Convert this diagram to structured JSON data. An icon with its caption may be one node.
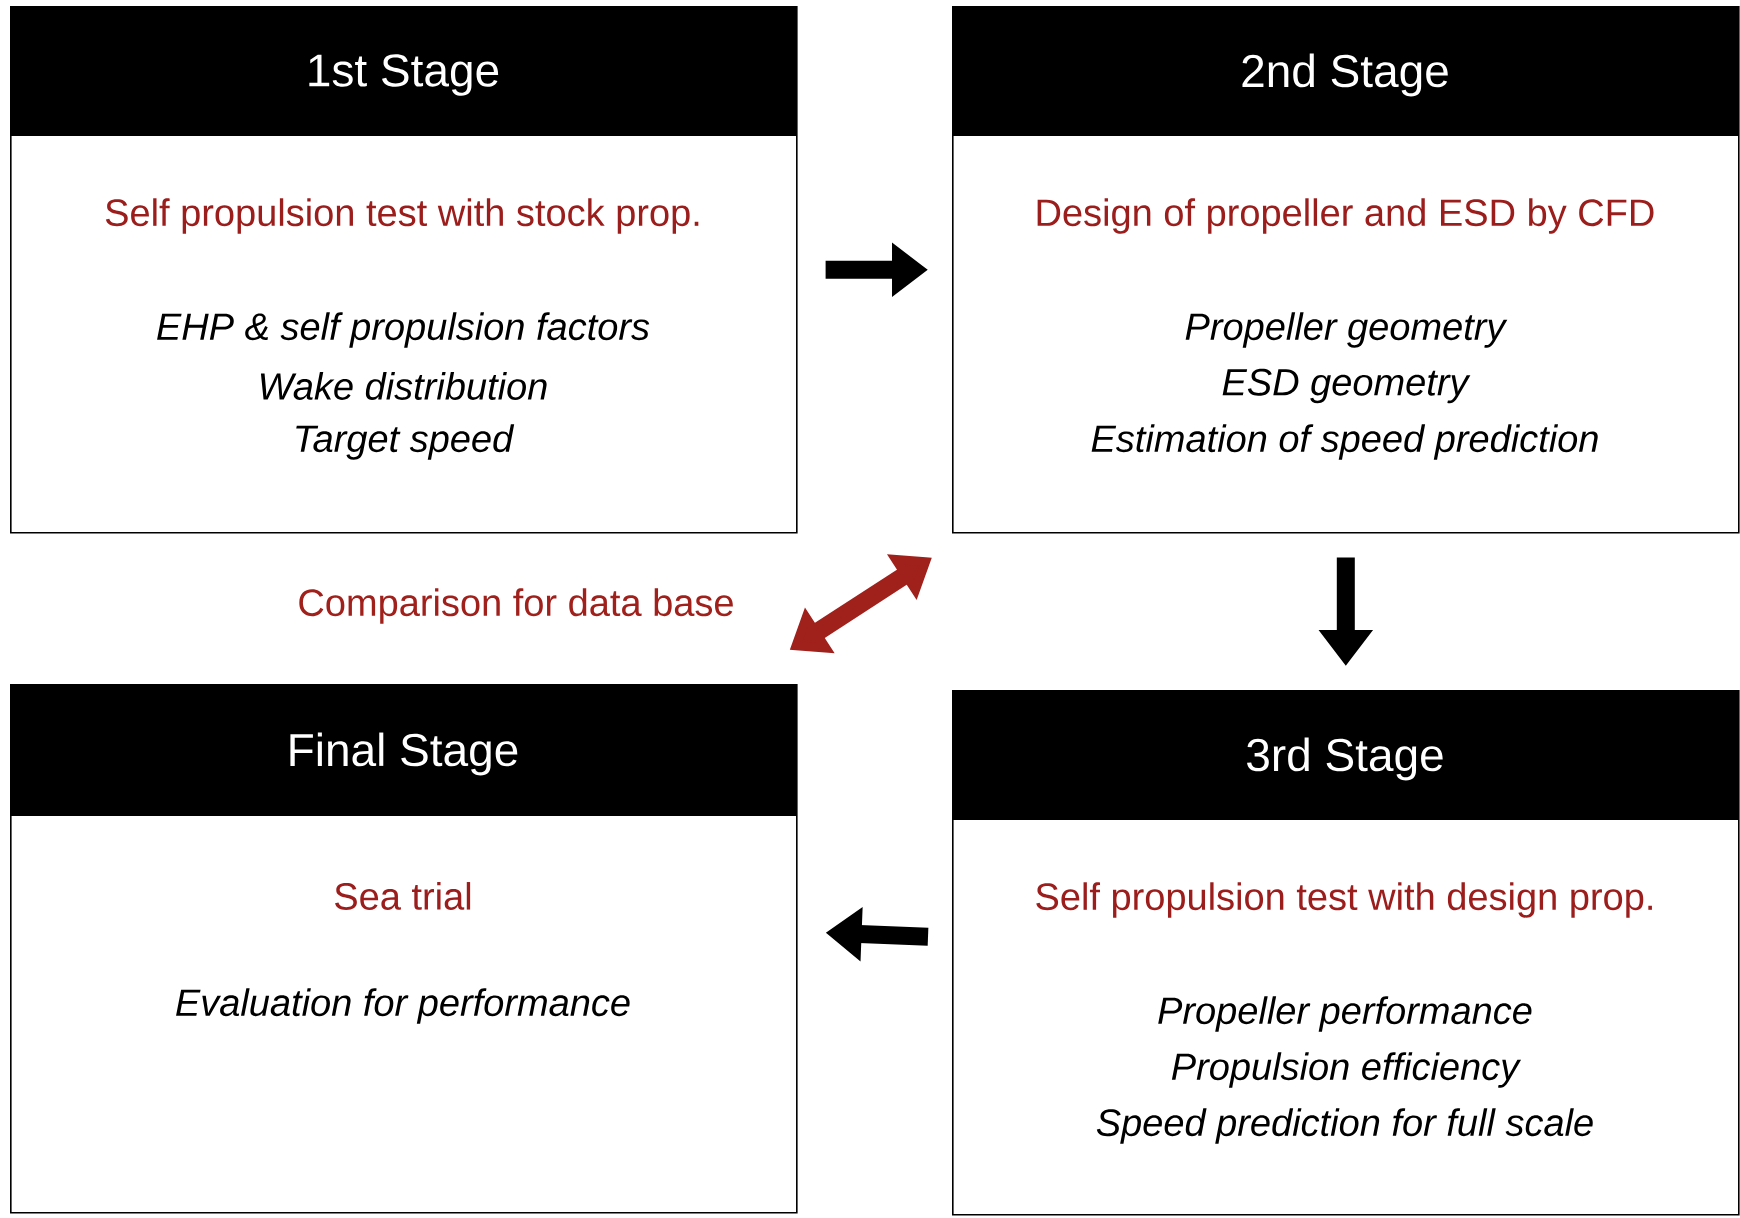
{
  "diagram": {
    "nodes": [
      {
        "text": [
          "1st Stage",
          "Self propulsion test with stock prop.",
          "EHP & self propulsion factors",
          "Wake distribution",
          "Target speed"
        ]
      },
      {
        "text": [
          "2nd Stage",
          "Design of propeller and ESD by CFD",
          "Propeller geometry",
          "ESD geometry",
          "Estimation of speed prediction"
        ]
      },
      {
        "text": [
          "Final Stage",
          "Sea trial",
          "Evaluation for performance"
        ]
      },
      {
        "text": [
          "3rd Stage",
          "Self propulsion test with design prop.",
          "Propeller performance",
          "Propulsion efficiency",
          "Speed prediction for full scale"
        ]
      }
    ],
    "edges": [
      {
        "from": 0,
        "to": 1,
        "arrow": "to"
      },
      {
        "from": 1,
        "to": 3,
        "arrow": "to"
      },
      {
        "from": 3,
        "to": 2,
        "arrow": "to"
      },
      {
        "from": 2,
        "to": 1,
        "arrow": "both",
        "label": "Comparison for data base",
        "color": "#a0201c"
      }
    ]
  }
}
